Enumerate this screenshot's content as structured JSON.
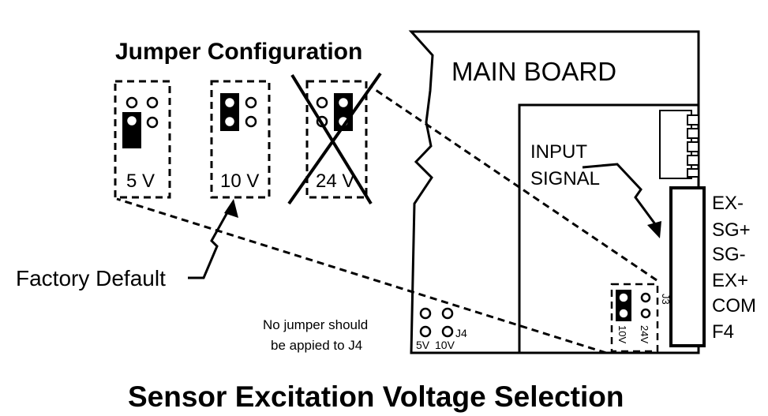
{
  "diagram": {
    "title": "Jumper Configuration",
    "caption": "Sensor Excitation Voltage Selection",
    "main_board_label": "MAIN BOARD",
    "jumpers": [
      {
        "label": "5 V"
      },
      {
        "label": "10 V"
      },
      {
        "label": "24 V"
      }
    ],
    "factory_default": "Factory Default",
    "input_signal": [
      "INPUT",
      "SIGNAL"
    ],
    "terminals": [
      "EX-",
      "SG+",
      "SG-",
      "EX+",
      "COM",
      "F4"
    ],
    "j4_note": [
      "No jumper should",
      "be appied to J4"
    ],
    "j4": {
      "name": "J4",
      "left": "5V",
      "right": "10V"
    },
    "j3": {
      "name": "J3",
      "left": "10V",
      "right": "24V"
    }
  }
}
